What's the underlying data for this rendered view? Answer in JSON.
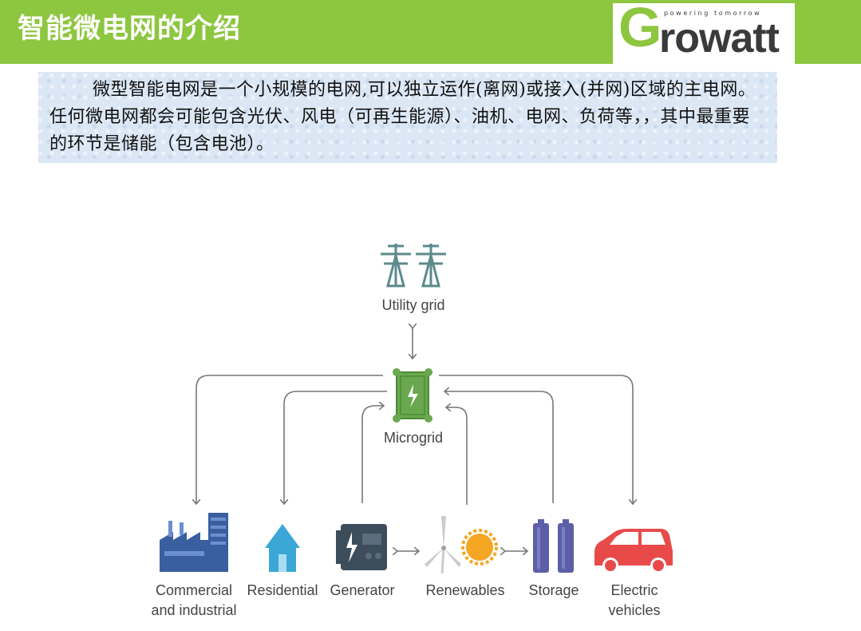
{
  "slide": {
    "title": "智能微电网的介绍",
    "logo": {
      "tagline": "powering tomorrow",
      "letter_g": "G",
      "letters_rest": "rowatt",
      "brand_color": "#8dc63f",
      "text_color": "#3a3a3a"
    },
    "intro_text": "微型智能电网是一个小规模的电网,可以独立运作(离网)或接入(并网)区域的主电网。任何微电网都会可能包含光伏、风电（可再生能源）、油机、电网、负荷等，，其中最重要的环节是储能（包含电池）。",
    "header_color": "#8dc63f"
  },
  "diagram": {
    "top_node": {
      "label": "Utility grid",
      "icon": "transmission-tower-icon"
    },
    "center_node": {
      "label": "Microgrid",
      "icon": "microgrid-icon",
      "color": "#6aa84f"
    },
    "bottom_nodes": [
      {
        "label_line1": "Commercial",
        "label_line2": "and industrial",
        "icon": "factory-icon",
        "color": "#3a5fa0"
      },
      {
        "label_line1": "Residential",
        "label_line2": "",
        "icon": "house-icon",
        "color": "#3ba7d6"
      },
      {
        "label_line1": "Generator",
        "label_line2": "",
        "icon": "generator-icon",
        "color": "#3e4d5c"
      },
      {
        "label_line1": "Renewables",
        "label_line2": "",
        "icon": "wind-solar-icon",
        "color": "#f5a623"
      },
      {
        "label_line1": "Storage",
        "label_line2": "",
        "icon": "battery-icon",
        "color": "#5c5fa8"
      },
      {
        "label_line1": "Electric",
        "label_line2": "vehicles",
        "icon": "car-icon",
        "color": "#e84a4a"
      }
    ]
  }
}
